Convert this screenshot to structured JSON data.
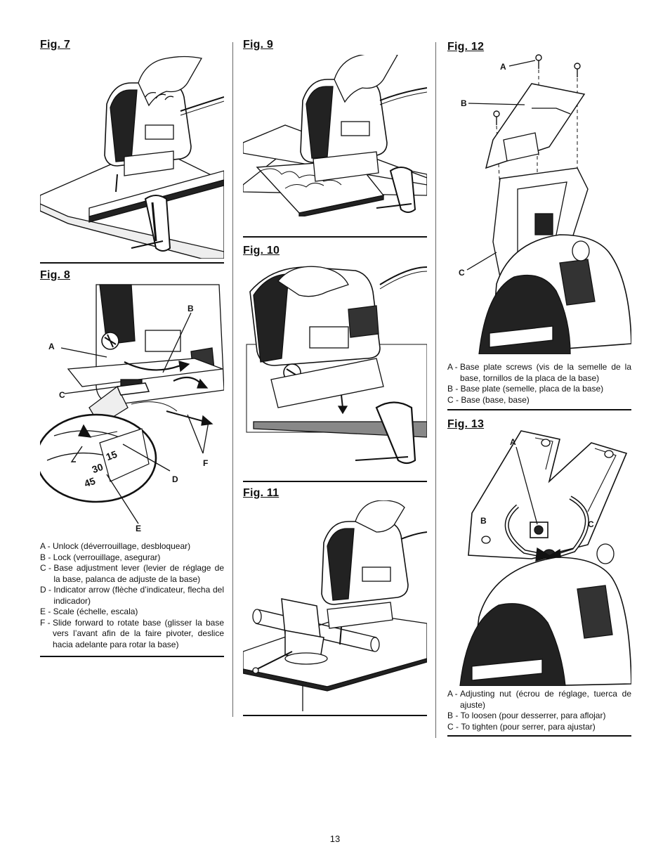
{
  "figures": {
    "fig7": {
      "title": "Fig. 7"
    },
    "fig8": {
      "title": "Fig. 8",
      "callouts": {
        "a": "A",
        "b": "B",
        "c": "C",
        "d": "D",
        "e": "E",
        "f": "F"
      },
      "scale": {
        "s1": "15",
        "s2": "30",
        "s3": "45"
      },
      "legend": [
        {
          "key": "A - ",
          "text": "Unlock (déverrouillage, desbloquear)"
        },
        {
          "key": "B - ",
          "text": "Lock (verrouillage, asegurar)"
        },
        {
          "key": "C - ",
          "text": "Base adjustment lever (levier de réglage de la base, palanca de adjuste de la base)"
        },
        {
          "key": "D - ",
          "text": "Indicator arrow (flèche d’indicateur, flecha del indicador)"
        },
        {
          "key": "E - ",
          "text": "Scale (échelle, escala)"
        },
        {
          "key": "F - ",
          "text": "Slide forward to rotate base (glisser la base vers l’avant afin de la faire pivoter, deslice hacia adelante para rotar la base)"
        }
      ]
    },
    "fig9": {
      "title": "Fig. 9"
    },
    "fig10": {
      "title": "Fig. 10"
    },
    "fig11": {
      "title": "Fig. 11"
    },
    "fig12": {
      "title": "Fig. 12",
      "callouts": {
        "a": "A",
        "b": "B",
        "c": "C"
      },
      "legend": [
        {
          "key": "A - ",
          "text": "Base plate screws (vis de la semelle de la base, tornillos de la placa de la base)"
        },
        {
          "key": "B - ",
          "text": "Base plate (semelle, placa de la base)"
        },
        {
          "key": "C - ",
          "text": "Base (base, base)"
        }
      ]
    },
    "fig13": {
      "title": "Fig. 13",
      "callouts": {
        "a": "A",
        "b": "B",
        "c": "C"
      },
      "legend": [
        {
          "key": "A - ",
          "text": "Adjusting nut (écrou de réglage, tuerca de ajuste)"
        },
        {
          "key": "B - ",
          "text": "To loosen (pour desserrer, para aflojar)"
        },
        {
          "key": "C - ",
          "text": "To tighten (pour serrer, para ajustar)"
        }
      ]
    }
  },
  "page_number": "13"
}
